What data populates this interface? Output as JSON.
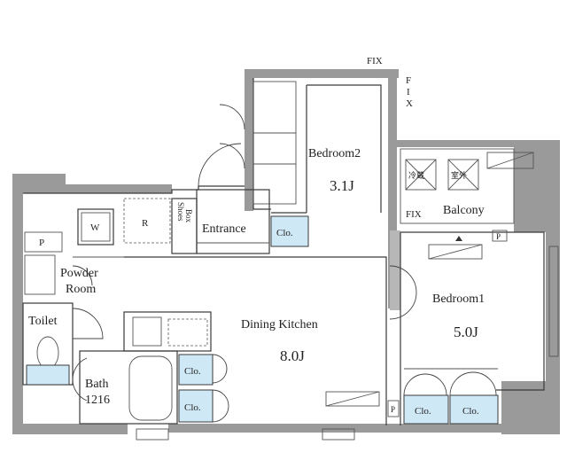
{
  "rooms": {
    "bedroom2": {
      "name": "Bedroom2",
      "size": "3.1J"
    },
    "bedroom1": {
      "name": "Bedroom1",
      "size": "5.0J"
    },
    "dining_kitchen": {
      "name": "Dining Kitchen",
      "size": "8.0J"
    },
    "balcony": "Balcony",
    "entrance": "Entrance",
    "powder_room_line1": "Powder",
    "powder_room_line2": "Room",
    "toilet": "Toilet",
    "bath_line1": "Bath",
    "bath_line2": "1216",
    "shoes_box_line1": "Shoes",
    "shoes_box_line2": "Box"
  },
  "labels": {
    "fix_top": "FIX",
    "fix_vertical": [
      "F",
      "I",
      "X"
    ],
    "fix_balcony": "FIX",
    "closet": "Clo.",
    "refrigerator": "R",
    "washer": "W",
    "pipe": "P",
    "ac_left": "冷蔵",
    "ac_right": "室外"
  },
  "colors": {
    "wall": "#9a9a9a",
    "closet_fill": "#cfe8f5",
    "line": "#3a3a3a"
  }
}
